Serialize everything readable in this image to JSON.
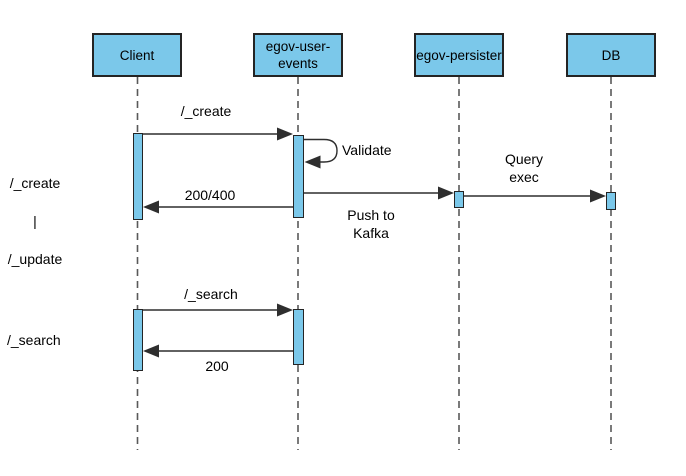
{
  "diagram": {
    "type": "sequence-diagram",
    "actors": [
      {
        "id": "client",
        "label": "Client"
      },
      {
        "id": "egov-user-events",
        "label": "egov-user-events"
      },
      {
        "id": "egov-persister",
        "label": "egov-persister"
      },
      {
        "id": "db",
        "label": "DB"
      }
    ],
    "messages": [
      {
        "from": "Client",
        "to": "egov-user-events",
        "label": "/_create"
      },
      {
        "from": "egov-user-events",
        "to": "egov-user-events",
        "label": "Validate"
      },
      {
        "from": "egov-user-events",
        "to": "Client",
        "label": "200/400"
      },
      {
        "from": "egov-user-events",
        "to": "egov-persister",
        "label": "Push to Kafka"
      },
      {
        "from": "egov-persister",
        "to": "DB",
        "label": "Query exec"
      },
      {
        "from": "Client",
        "to": "egov-user-events",
        "label": "/_search"
      },
      {
        "from": "egov-user-events",
        "to": "Client",
        "label": "200"
      }
    ],
    "side_labels": {
      "create_update": {
        "line1": "/_create",
        "line2": "|",
        "line3": "/_update"
      },
      "search": "/_search"
    },
    "colors": {
      "actor_fill": "#7BC8EA",
      "actor_border": "#242424",
      "lifeline": "#595959",
      "arrow": "#2e2e2e",
      "background": "#ffffff"
    }
  }
}
